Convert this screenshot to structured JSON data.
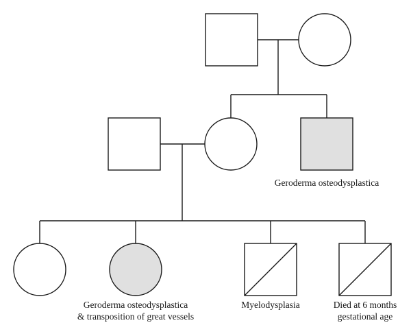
{
  "pedigree": {
    "colors": {
      "affected_fill": "#e0e0e0",
      "unaffected_fill": "#ffffff",
      "stroke": "#1a1a1a"
    },
    "generation_1": {
      "father": {
        "sex": "male",
        "affected": false
      },
      "mother": {
        "sex": "female",
        "affected": false
      }
    },
    "generation_2": {
      "spouse": {
        "sex": "male",
        "affected": false
      },
      "daughter": {
        "sex": "female",
        "affected": false
      },
      "son": {
        "sex": "male",
        "affected": true,
        "label": "Geroderma osteodysplastica"
      }
    },
    "generation_3": {
      "child_1": {
        "sex": "female",
        "affected": false
      },
      "child_2": {
        "sex": "female",
        "affected": true,
        "label_line1": "Geroderma osteodysplastica",
        "label_line2": "& transposition of great vessels"
      },
      "child_3": {
        "sex": "male",
        "deceased": true,
        "label": "Myelodysplasia"
      },
      "child_4": {
        "sex": "male",
        "deceased": true,
        "label_line1": "Died at 6 months",
        "label_line2": "gestational age"
      }
    }
  }
}
